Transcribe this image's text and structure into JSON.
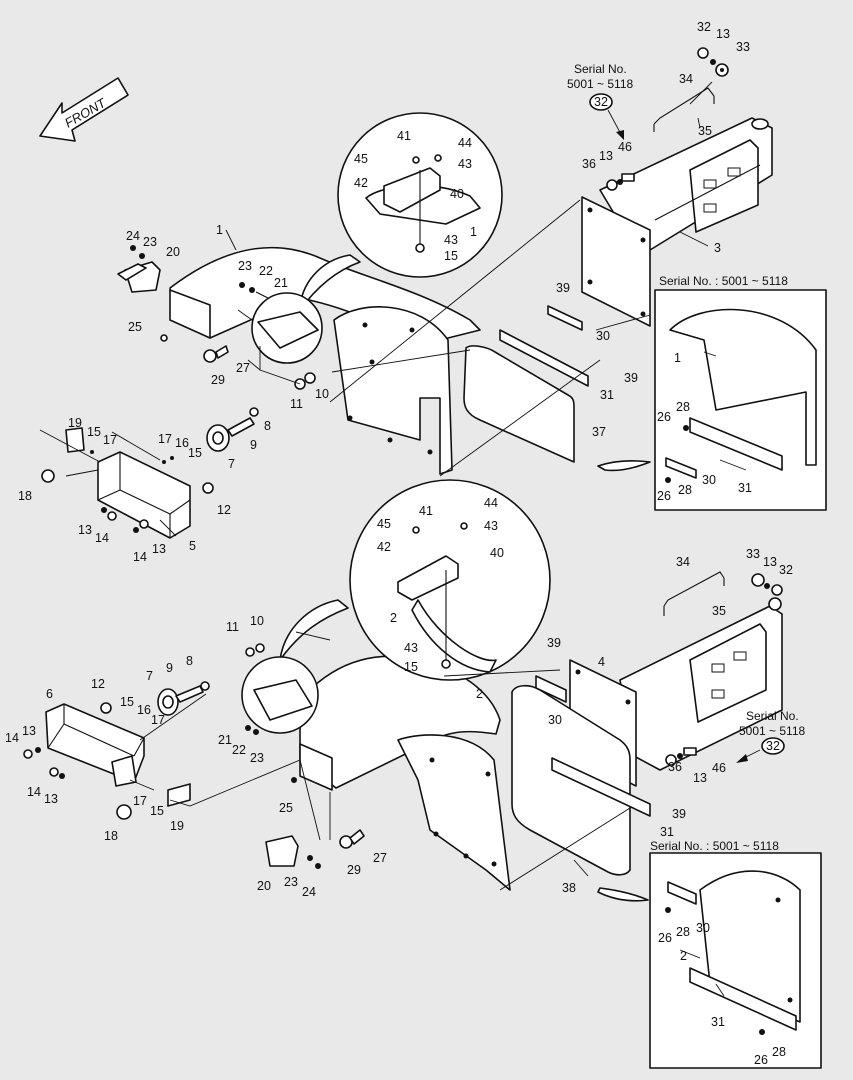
{
  "front_label": "FRONT",
  "serial_labels": {
    "top_callout_line1": "Serial No.",
    "top_callout_line2": "5001 ~ 5118",
    "top_inset_title": "Serial No. : 5001 ~ 5118",
    "bottom_callout_line1": "Serial No.",
    "bottom_callout_line2": "5001 ~ 5118",
    "bottom_inset_title": "Serial No. : 5001 ~ 5118"
  },
  "callout_bubble": "32",
  "part_numbers": [
    {
      "id": "p32a",
      "text": "32"
    },
    {
      "id": "p13a",
      "text": "13"
    },
    {
      "id": "p33a",
      "text": "33"
    },
    {
      "id": "p34a",
      "text": "34"
    },
    {
      "id": "p35a",
      "text": "35"
    },
    {
      "id": "p46a",
      "text": "46"
    },
    {
      "id": "p13b",
      "text": "13"
    },
    {
      "id": "p36a",
      "text": "36"
    },
    {
      "id": "p3",
      "text": "3"
    },
    {
      "id": "p41a",
      "text": "41"
    },
    {
      "id": "p44a",
      "text": "44"
    },
    {
      "id": "p45a",
      "text": "45"
    },
    {
      "id": "p43a",
      "text": "43"
    },
    {
      "id": "p42a",
      "text": "42"
    },
    {
      "id": "p40a",
      "text": "40"
    },
    {
      "id": "p43b",
      "text": "43"
    },
    {
      "id": "p1a",
      "text": "1"
    },
    {
      "id": "p15a",
      "text": "15"
    },
    {
      "id": "p24a",
      "text": "24"
    },
    {
      "id": "p23a",
      "text": "23"
    },
    {
      "id": "p20a",
      "text": "20"
    },
    {
      "id": "p1b",
      "text": "1"
    },
    {
      "id": "p23b",
      "text": "23"
    },
    {
      "id": "p22a",
      "text": "22"
    },
    {
      "id": "p21a",
      "text": "21"
    },
    {
      "id": "p25a",
      "text": "25"
    },
    {
      "id": "p29a",
      "text": "29"
    },
    {
      "id": "p27a",
      "text": "27"
    },
    {
      "id": "p11a",
      "text": "11"
    },
    {
      "id": "p10a",
      "text": "10"
    },
    {
      "id": "p39a",
      "text": "39"
    },
    {
      "id": "p30a",
      "text": "30"
    },
    {
      "id": "p39b",
      "text": "39"
    },
    {
      "id": "p31a",
      "text": "31"
    },
    {
      "id": "p37",
      "text": "37"
    },
    {
      "id": "p19a",
      "text": "19"
    },
    {
      "id": "p15b",
      "text": "15"
    },
    {
      "id": "p17a",
      "text": "17"
    },
    {
      "id": "p8a",
      "text": "8"
    },
    {
      "id": "p9a",
      "text": "9"
    },
    {
      "id": "p7a",
      "text": "7"
    },
    {
      "id": "p17b",
      "text": "17"
    },
    {
      "id": "p16a",
      "text": "16"
    },
    {
      "id": "p15c",
      "text": "15"
    },
    {
      "id": "p18a",
      "text": "18"
    },
    {
      "id": "p12a",
      "text": "12"
    },
    {
      "id": "p13c",
      "text": "13"
    },
    {
      "id": "p14a",
      "text": "14"
    },
    {
      "id": "p14b",
      "text": "14"
    },
    {
      "id": "p13d",
      "text": "13"
    },
    {
      "id": "p5",
      "text": "5"
    },
    {
      "id": "p1c",
      "text": "1"
    },
    {
      "id": "p26a",
      "text": "26"
    },
    {
      "id": "p28a",
      "text": "28"
    },
    {
      "id": "p26b",
      "text": "26"
    },
    {
      "id": "p28b",
      "text": "28"
    },
    {
      "id": "p30b",
      "text": "30"
    },
    {
      "id": "p31b",
      "text": "31"
    },
    {
      "id": "p44b",
      "text": "44"
    },
    {
      "id": "p41b",
      "text": "41"
    },
    {
      "id": "p45b",
      "text": "45"
    },
    {
      "id": "p43c",
      "text": "43"
    },
    {
      "id": "p42b",
      "text": "42"
    },
    {
      "id": "p40b",
      "text": "40"
    },
    {
      "id": "p2a",
      "text": "2"
    },
    {
      "id": "p43d",
      "text": "43"
    },
    {
      "id": "p15d",
      "text": "15"
    },
    {
      "id": "p34b",
      "text": "34"
    },
    {
      "id": "p35b",
      "text": "35"
    },
    {
      "id": "p33b",
      "text": "33"
    },
    {
      "id": "p13e",
      "text": "13"
    },
    {
      "id": "p32b",
      "text": "32"
    },
    {
      "id": "p11b",
      "text": "11"
    },
    {
      "id": "p10b",
      "text": "10"
    },
    {
      "id": "p39c",
      "text": "39"
    },
    {
      "id": "p4",
      "text": "4"
    },
    {
      "id": "p7b",
      "text": "7"
    },
    {
      "id": "p9b",
      "text": "9"
    },
    {
      "id": "p8b",
      "text": "8"
    },
    {
      "id": "p12b",
      "text": "12"
    },
    {
      "id": "p6",
      "text": "6"
    },
    {
      "id": "p15e",
      "text": "15"
    },
    {
      "id": "p16b",
      "text": "16"
    },
    {
      "id": "p17c",
      "text": "17"
    },
    {
      "id": "p2b",
      "text": "2"
    },
    {
      "id": "p30c",
      "text": "30"
    },
    {
      "id": "p14c",
      "text": "14"
    },
    {
      "id": "p13f",
      "text": "13"
    },
    {
      "id": "p21b",
      "text": "21"
    },
    {
      "id": "p22b",
      "text": "22"
    },
    {
      "id": "p23c",
      "text": "23"
    },
    {
      "id": "p36b",
      "text": "36"
    },
    {
      "id": "p13g",
      "text": "13"
    },
    {
      "id": "p46b",
      "text": "46"
    },
    {
      "id": "p14d",
      "text": "14"
    },
    {
      "id": "p13h",
      "text": "13"
    },
    {
      "id": "p17d",
      "text": "17"
    },
    {
      "id": "p15f",
      "text": "15"
    },
    {
      "id": "p25b",
      "text": "25"
    },
    {
      "id": "p39d",
      "text": "39"
    },
    {
      "id": "p31c",
      "text": "31"
    },
    {
      "id": "p18b",
      "text": "18"
    },
    {
      "id": "p19b",
      "text": "19"
    },
    {
      "id": "p27b",
      "text": "27"
    },
    {
      "id": "p29b",
      "text": "29"
    },
    {
      "id": "p38",
      "text": "38"
    },
    {
      "id": "p20b",
      "text": "20"
    },
    {
      "id": "p23d",
      "text": "23"
    },
    {
      "id": "p24b",
      "text": "24"
    },
    {
      "id": "p28c",
      "text": "28"
    },
    {
      "id": "p26c",
      "text": "26"
    },
    {
      "id": "p30d",
      "text": "30"
    },
    {
      "id": "p2c",
      "text": "2"
    },
    {
      "id": "p31d",
      "text": "31"
    },
    {
      "id": "p26d",
      "text": "26"
    },
    {
      "id": "p28d",
      "text": "28"
    }
  ]
}
